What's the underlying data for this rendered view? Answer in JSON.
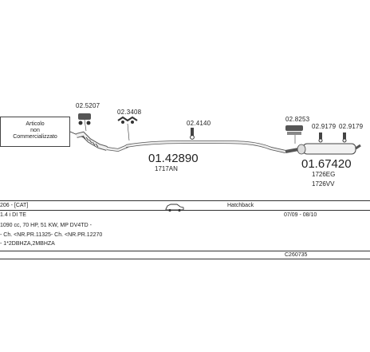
{
  "note_box": {
    "lines": [
      "Articolo",
      "non",
      "Commercializzato"
    ]
  },
  "parts": [
    {
      "code": "02.5207"
    },
    {
      "code": "02.3408"
    },
    {
      "code": "02.4140"
    },
    {
      "code": "02.8253"
    },
    {
      "code": "02.9179"
    },
    {
      "code": "02.9179"
    }
  ],
  "main_parts": [
    {
      "code": "01.42890",
      "subs": [
        "1717AN"
      ]
    },
    {
      "code": "01.67420",
      "subs": [
        "1726EG",
        "1726VV"
      ]
    }
  ],
  "info": {
    "model": "206 - [CAT]",
    "body": "Hatchback",
    "engine": "1.4 i DI TE",
    "years": "07/09 - 08/10",
    "spec": "1090 cc, 70 HP, 51 KW, MP DV4TD -",
    "notes1": "- Ch. <NR.PR.11325- Ch. <NR.PR.12270",
    "notes2": "- 1*2DBHZA,2MBHZA",
    "ref": "C260735"
  },
  "icons": {
    "car": "car-icon"
  }
}
